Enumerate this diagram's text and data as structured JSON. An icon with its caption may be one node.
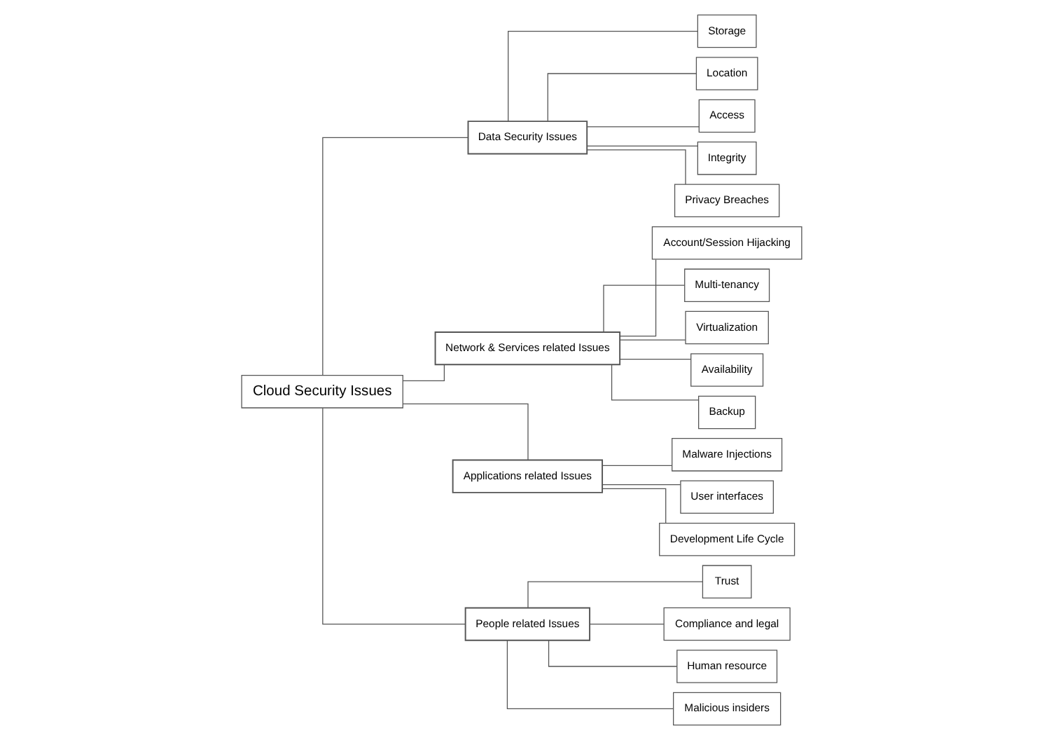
{
  "diagram": {
    "nodes": [
      {
        "text": [
          "Cloud Security Issues"
        ]
      },
      {
        "text": [
          "Data Security Issues"
        ]
      },
      {
        "text": [
          "Network & Services related Issues"
        ]
      },
      {
        "text": [
          "Applications related Issues"
        ]
      },
      {
        "text": [
          "People related Issues"
        ]
      },
      {
        "text": [
          "Storage"
        ]
      },
      {
        "text": [
          "Location"
        ]
      },
      {
        "text": [
          "Access"
        ]
      },
      {
        "text": [
          "Integrity"
        ]
      },
      {
        "text": [
          "Privacy Breaches"
        ]
      },
      {
        "text": [
          "Account/Session Hijacking"
        ]
      },
      {
        "text": [
          "Multi-tenancy"
        ]
      },
      {
        "text": [
          "Virtualization"
        ]
      },
      {
        "text": [
          "Availability"
        ]
      },
      {
        "text": [
          "Backup"
        ]
      },
      {
        "text": [
          "Malware Injections"
        ]
      },
      {
        "text": [
          "User interfaces"
        ]
      },
      {
        "text": [
          "Development Life Cycle"
        ]
      },
      {
        "text": [
          "Trust"
        ]
      },
      {
        "text": [
          "Compliance and legal"
        ]
      },
      {
        "text": [
          "Human resource"
        ]
      },
      {
        "text": [
          "Malicious insiders"
        ]
      }
    ],
    "edges": [
      {
        "from": 0,
        "to": 1,
        "arrow": "none"
      },
      {
        "from": 0,
        "to": 2,
        "arrow": "none"
      },
      {
        "from": 0,
        "to": 3,
        "arrow": "none"
      },
      {
        "from": 0,
        "to": 4,
        "arrow": "none"
      },
      {
        "from": 1,
        "to": 5,
        "arrow": "none"
      },
      {
        "from": 1,
        "to": 6,
        "arrow": "none"
      },
      {
        "from": 1,
        "to": 7,
        "arrow": "none"
      },
      {
        "from": 1,
        "to": 8,
        "arrow": "none"
      },
      {
        "from": 1,
        "to": 9,
        "arrow": "none"
      },
      {
        "from": 2,
        "to": 10,
        "arrow": "none"
      },
      {
        "from": 2,
        "to": 11,
        "arrow": "none"
      },
      {
        "from": 2,
        "to": 12,
        "arrow": "none"
      },
      {
        "from": 2,
        "to": 13,
        "arrow": "none"
      },
      {
        "from": 2,
        "to": 14,
        "arrow": "none"
      },
      {
        "from": 3,
        "to": 15,
        "arrow": "none"
      },
      {
        "from": 3,
        "to": 16,
        "arrow": "none"
      },
      {
        "from": 3,
        "to": 17,
        "arrow": "none"
      },
      {
        "from": 4,
        "to": 18,
        "arrow": "none"
      },
      {
        "from": 4,
        "to": 19,
        "arrow": "none"
      },
      {
        "from": 4,
        "to": 20,
        "arrow": "none"
      },
      {
        "from": 4,
        "to": 21,
        "arrow": "none"
      }
    ]
  }
}
